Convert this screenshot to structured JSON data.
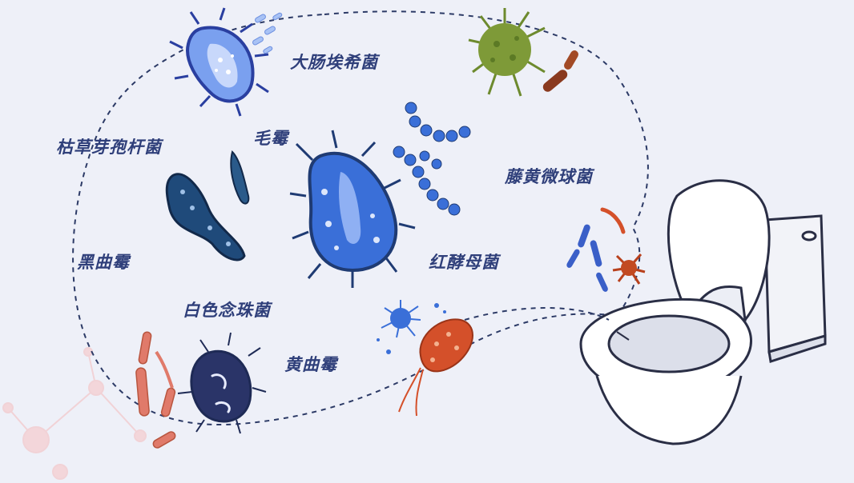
{
  "labels": {
    "ecoli": "大肠埃希菌",
    "bacillus": "枯草芽孢杆菌",
    "mucor": "毛霉",
    "micrococcus": "藤黄微球菌",
    "aspergillus_niger": "黑曲霉",
    "rhodotorula": "红酵母菌",
    "candida": "白色念珠菌",
    "aspergillus_flavus": "黄曲霉"
  },
  "colors": {
    "background": "#eef0f8",
    "label_text": "#2f3f7a",
    "dashed_outline": "#2c3a66",
    "microbe_blue": "#3a6fd8",
    "microbe_navy": "#1f3b73",
    "microbe_green": "#6d8a2e",
    "microbe_orange": "#d4502a",
    "microbe_pink": "#e07a6a",
    "toilet": "#ffffff"
  }
}
